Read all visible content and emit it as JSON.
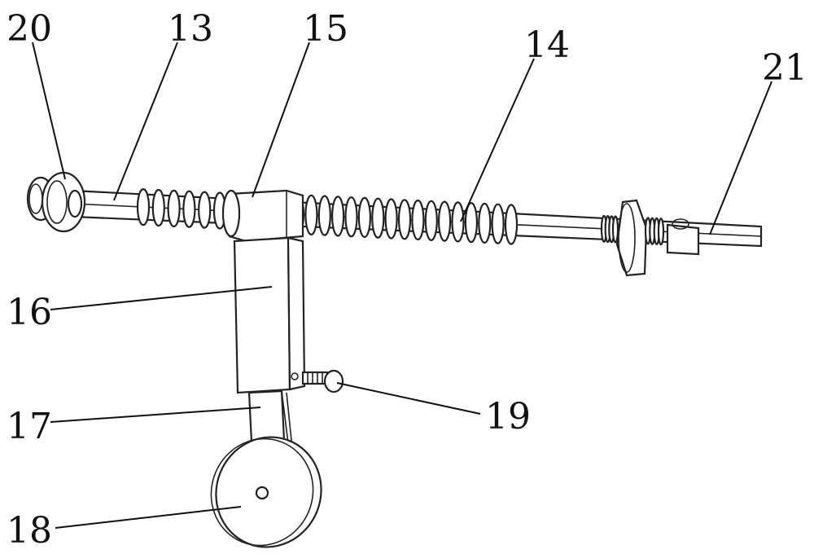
{
  "labels": {
    "l20": "20",
    "l13": "13",
    "l15": "15",
    "l14": "14",
    "l21": "21",
    "l16": "16",
    "l17": "17",
    "l19": "19",
    "l18": "18"
  }
}
